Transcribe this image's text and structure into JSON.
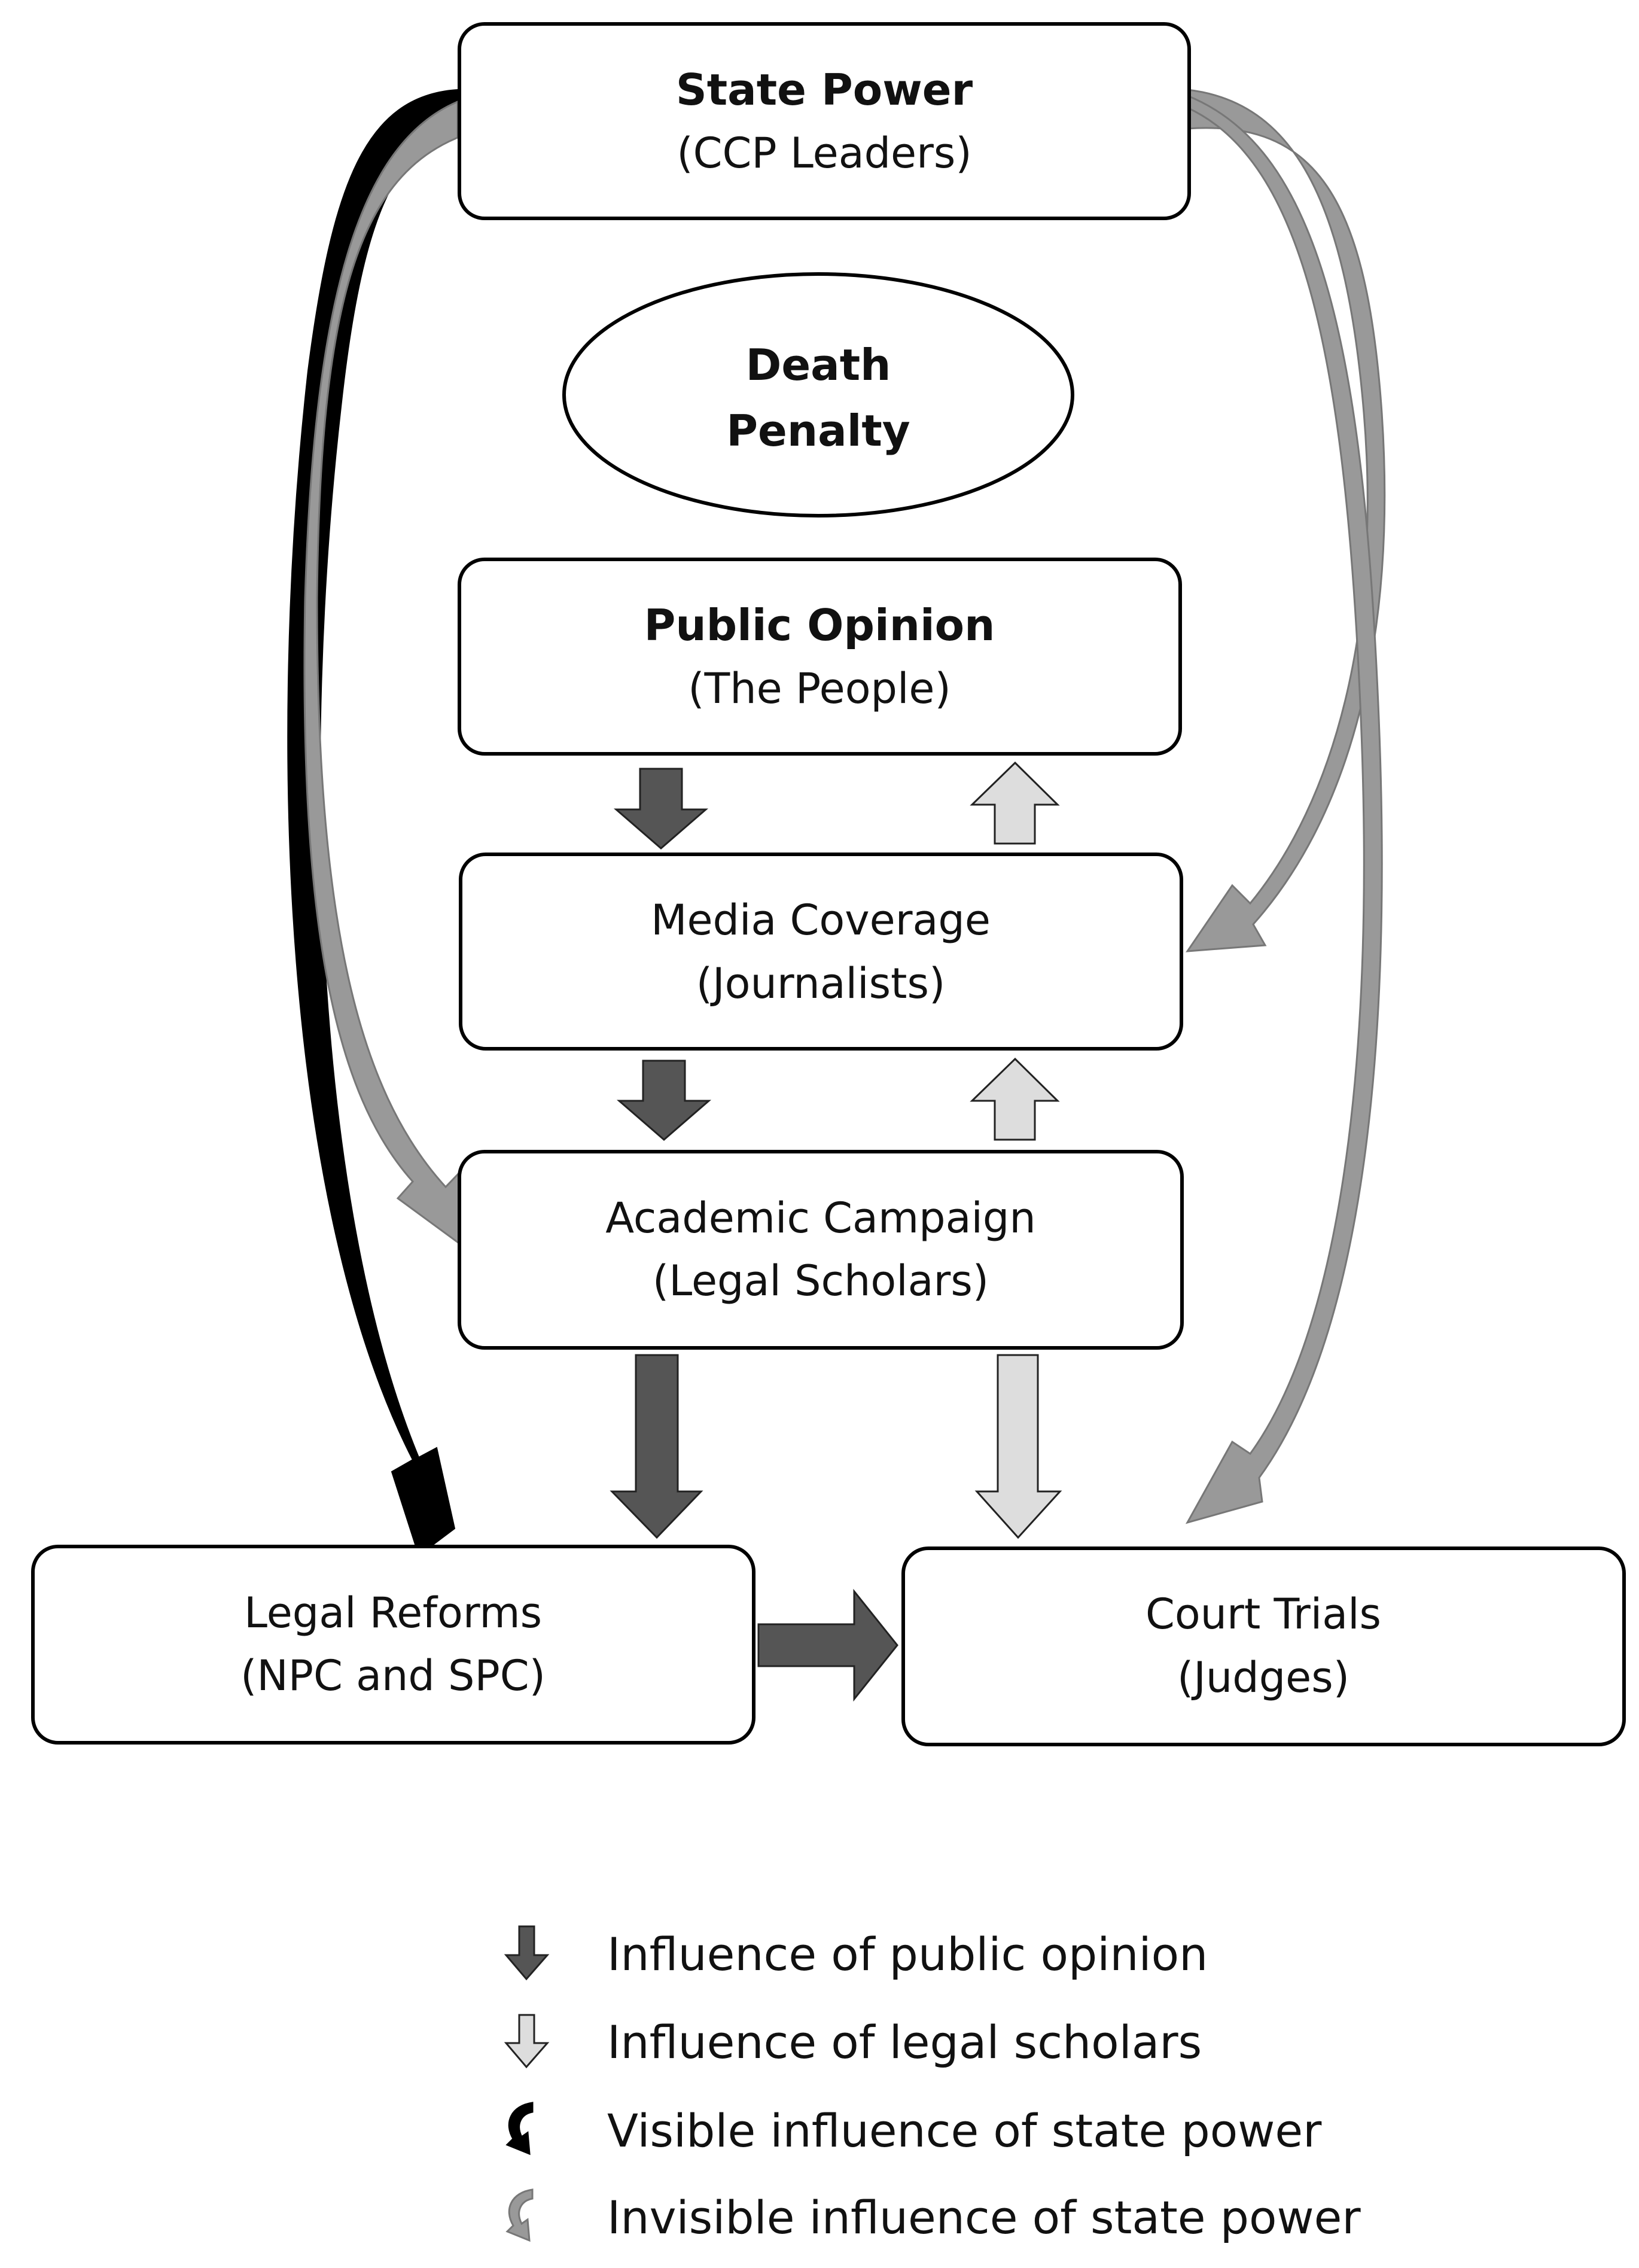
{
  "nodes": {
    "state_power": {
      "title": "State Power",
      "subtitle": "(CCP Leaders)"
    },
    "death_penalty": {
      "line1": "Death",
      "line2": "Penalty"
    },
    "public_opinion": {
      "title": "Public Opinion",
      "subtitle": "(The People)"
    },
    "media_coverage": {
      "title": "Media Coverage",
      "subtitle": "(Journalists)"
    },
    "academic_campaign": {
      "title": "Academic Campaign",
      "subtitle": "(Legal Scholars)"
    },
    "legal_reforms": {
      "title": "Legal Reforms",
      "subtitle": "(NPC and SPC)"
    },
    "court_trials": {
      "title": "Court Trials",
      "subtitle": "(Judges)"
    }
  },
  "legend": [
    {
      "label": "Influence of public opinion",
      "icon": "dark-gray-down-arrow-icon",
      "color": "#555555"
    },
    {
      "label": "Influence of legal scholars",
      "icon": "light-gray-down-arrow-icon",
      "color": "#dddddd"
    },
    {
      "label": "Visible influence of state power",
      "icon": "black-curved-arrow-icon",
      "color": "#000000"
    },
    {
      "label": "Invisible influence of state power",
      "icon": "gray-curved-arrow-icon",
      "color": "#999999"
    }
  ],
  "colors": {
    "public_opinion_arrow": "#555555",
    "legal_scholars_arrow": "#dddddd",
    "visible_state_arrow": "#000000",
    "invisible_state_arrow": "#999999"
  }
}
